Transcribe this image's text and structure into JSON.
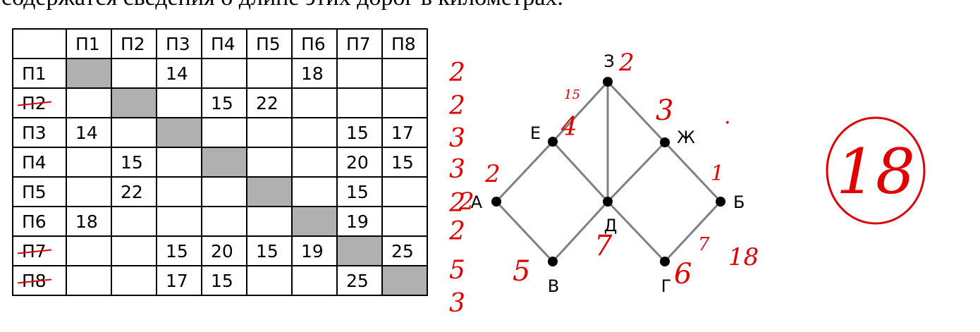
{
  "caption": "содержатся сведения о длине этих дорог в километрах.",
  "table": {
    "headers": [
      "П1",
      "П2",
      "П3",
      "П4",
      "П5",
      "П6",
      "П7",
      "П8"
    ],
    "rows": [
      {
        "label": "П1",
        "struck": false,
        "cells": [
          "",
          "",
          "14",
          "",
          "",
          "18",
          "",
          ""
        ]
      },
      {
        "label": "П2",
        "struck": true,
        "cells": [
          "",
          "",
          "",
          "15",
          "22",
          "",
          "",
          ""
        ]
      },
      {
        "label": "П3",
        "struck": false,
        "cells": [
          "14",
          "",
          "",
          "",
          "",
          "",
          "15",
          "17"
        ]
      },
      {
        "label": "П4",
        "struck": false,
        "cells": [
          "",
          "15",
          "",
          "",
          "",
          "",
          "20",
          "15"
        ]
      },
      {
        "label": "П5",
        "struck": false,
        "cells": [
          "",
          "22",
          "",
          "",
          "",
          "",
          "15",
          ""
        ]
      },
      {
        "label": "П6",
        "struck": false,
        "cells": [
          "18",
          "",
          "",
          "",
          "",
          "",
          "19",
          ""
        ]
      },
      {
        "label": "П7",
        "struck": true,
        "cells": [
          "",
          "",
          "15",
          "20",
          "15",
          "19",
          "",
          "25"
        ]
      },
      {
        "label": "П8",
        "struck": true,
        "cells": [
          "",
          "",
          "17",
          "15",
          "",
          "",
          "25",
          ""
        ]
      }
    ]
  },
  "row_marks": [
    "2",
    "2",
    "3",
    "3",
    "2",
    "2",
    "5",
    "3"
  ],
  "graph": {
    "nodes": [
      "З",
      "Е",
      "Ж",
      "А",
      "Д",
      "Б",
      "В",
      "Г"
    ],
    "edges": [
      [
        "З",
        "Е"
      ],
      [
        "З",
        "Ж"
      ],
      [
        "З",
        "Д"
      ],
      [
        "Е",
        "А"
      ],
      [
        "Е",
        "Д"
      ],
      [
        "Ж",
        "Д"
      ],
      [
        "Ж",
        "Б"
      ],
      [
        "А",
        "В"
      ],
      [
        "Д",
        "В"
      ],
      [
        "Д",
        "Г"
      ],
      [
        "Б",
        "Г"
      ]
    ]
  },
  "graph_marks": {
    "z": "2",
    "e": "4",
    "small": "15",
    "zh": "3",
    "dot": "·",
    "a": "2",
    "b_edge": "1",
    "a2": "2",
    "d": "7",
    "v": "5",
    "g": "6",
    "g_edge": "7",
    "right": "18"
  },
  "answer": "18",
  "colors": {
    "ink": "#000000",
    "diagonal": "#b0b0b0",
    "handwriting": "#e00000",
    "edge": "#808080"
  }
}
